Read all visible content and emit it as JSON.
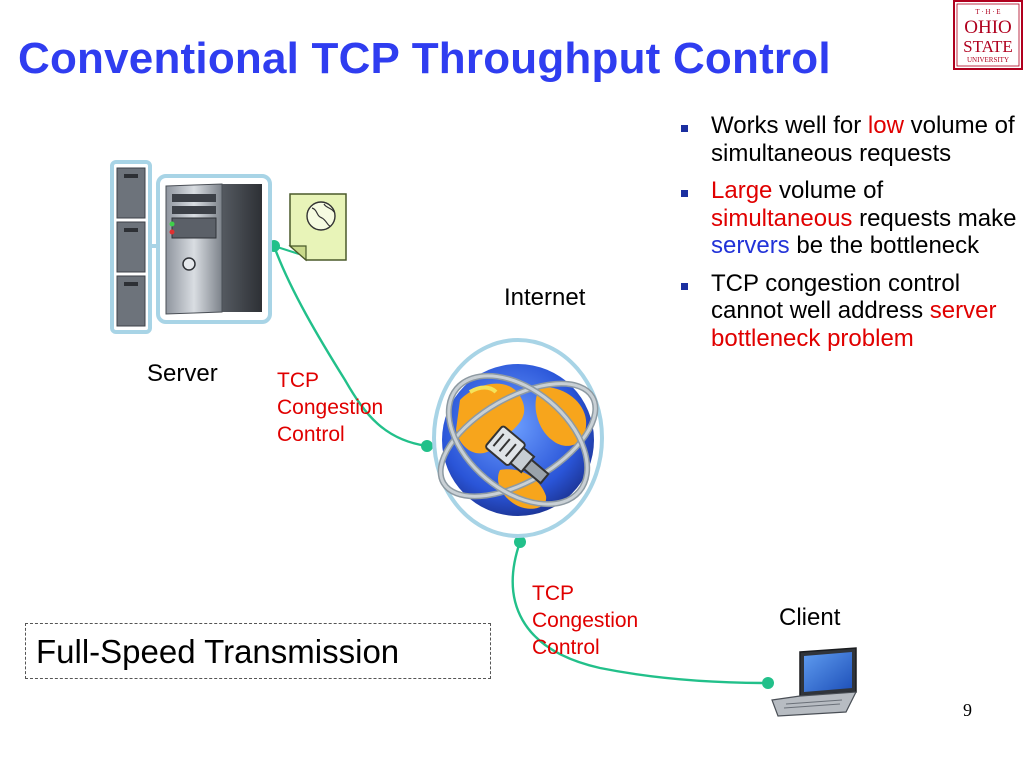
{
  "slide": {
    "title": "Conventional TCP Throughput Control",
    "page_number": "9"
  },
  "logo": {
    "line1": "T · H · E",
    "line2": "OHIO",
    "line3": "STATE",
    "line4": "UNIVERSITY",
    "color": "#b0001e"
  },
  "bullets": [
    {
      "parts": [
        {
          "text": "Works well for ",
          "style": "normal"
        },
        {
          "text": "low",
          "style": "red"
        },
        {
          "text": " volume of simultaneous requests",
          "style": "normal"
        }
      ]
    },
    {
      "parts": [
        {
          "text": "Large",
          "style": "red"
        },
        {
          "text": " volume of ",
          "style": "normal"
        },
        {
          "text": "simultaneous",
          "style": "red"
        },
        {
          "text": " requests make ",
          "style": "normal"
        },
        {
          "text": "servers",
          "style": "blue"
        },
        {
          "text": " be the bottleneck",
          "style": "normal"
        }
      ]
    },
    {
      "parts": [
        {
          "text": "TCP congestion control cannot well address ",
          "style": "normal"
        },
        {
          "text": "server bottleneck problem",
          "style": "red"
        }
      ]
    }
  ],
  "diagram": {
    "server_label": "Server",
    "internet_label": "Internet",
    "client_label": "Client",
    "tcp_upper": [
      "TCP",
      "Congestion",
      "Control"
    ],
    "tcp_lower": [
      "TCP",
      "Congestion",
      "Control"
    ],
    "full_speed": "Full-Speed Transmission"
  },
  "colors": {
    "title": "#2f3df0",
    "highlight_red": "#e00000",
    "highlight_blue": "#2233d8",
    "connector": "#22c08a",
    "bullet": "#1b2fa0"
  }
}
